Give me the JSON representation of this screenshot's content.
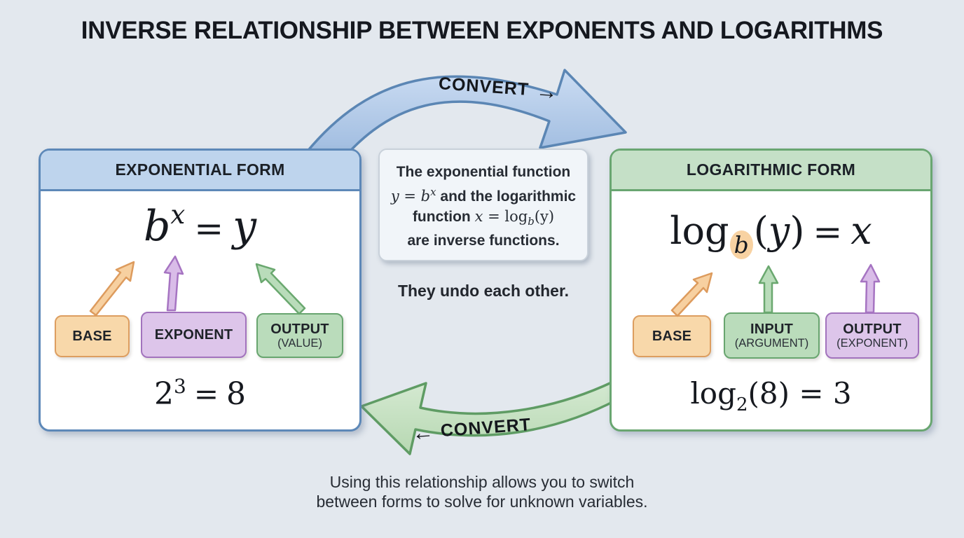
{
  "title": "INVERSE RELATIONSHIP BETWEEN EXPONENTS AND LOGARITHMS",
  "arrows": {
    "top": {
      "label": "CONVERT",
      "glyph": "→"
    },
    "bottom": {
      "label": "CONVERT",
      "glyph": "←"
    }
  },
  "cards": {
    "exponential": {
      "header": "EXPONENTIAL FORM",
      "formula": {
        "base": "b",
        "exp": "x",
        "eq": "=",
        "result": "y"
      },
      "labels": [
        {
          "title": "BASE",
          "sub": ""
        },
        {
          "title": "EXPONENT",
          "sub": ""
        },
        {
          "title": "OUTPUT",
          "sub": "(VALUE)"
        }
      ],
      "example": {
        "base": "2",
        "exp": "3",
        "eq": "=",
        "result": "8"
      }
    },
    "logarithmic": {
      "header": "LOGARITHMIC FORM",
      "formula": {
        "fn": "log",
        "base": "b",
        "open": "(",
        "arg": "y",
        "close": ")",
        "eq": "=",
        "result": "x"
      },
      "labels": [
        {
          "title": "BASE",
          "sub": ""
        },
        {
          "title": "INPUT",
          "sub": "(ARGUMENT)"
        },
        {
          "title": "OUTPUT",
          "sub": "(EXPONENT)"
        }
      ],
      "example": {
        "fn": "log",
        "base": "2",
        "rest": "(8) = 3"
      }
    }
  },
  "note": {
    "line1": "The exponential function",
    "line2_math": "y = b",
    "line2_sup": "x",
    "line2_post": " and the logarithmic",
    "line3_pre": "function ",
    "line3_x": "x = ",
    "line3_log": "log",
    "line3_sub": "b",
    "line3_post": "(y)",
    "line4": "are inverse functions."
  },
  "undo_text": "They undo each other.",
  "footer": {
    "line1": "Using this relationship allows you to switch",
    "line2": "between forms to solve for unknown variables."
  },
  "colors": {
    "page_bg": "#e3e8ee",
    "title_text": "#15181f",
    "blue_header_bg": "#bed4ed",
    "blue_border": "#5d88b8",
    "green_header_bg": "#c5e0c7",
    "green_border": "#69a671",
    "orange_tag_bg": "#f8d8aa",
    "orange_tag_border": "#dd9e60",
    "purple_tag_bg": "#ddc5ea",
    "purple_tag_border": "#a273bd",
    "green_tag_bg": "#badcbb",
    "green_tag_border": "#68a56f",
    "blue_arrow_fill": "#b0cdec",
    "blue_arrow_border": "#5b86b4",
    "green_arrow_fill": "#c8e2c5",
    "green_arrow_border": "#5f9c64",
    "base_highlight": "#f8d2a2"
  }
}
